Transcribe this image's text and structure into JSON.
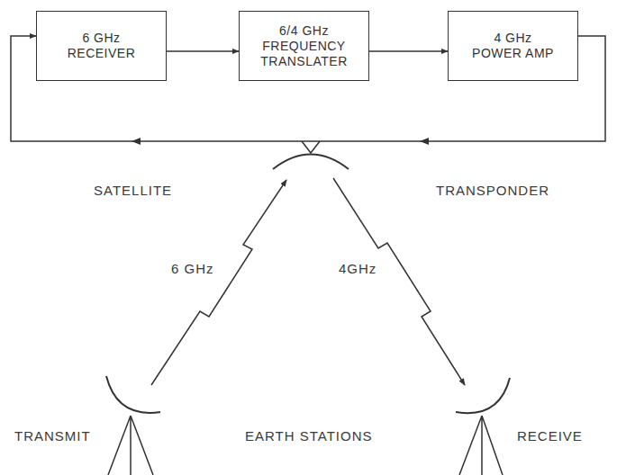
{
  "diagram": {
    "nodes": [
      {
        "text": [
          "6 GHz RECEIVER"
        ]
      },
      {
        "text": [
          "6/4 GHz FREQUENCY TRANSLATER"
        ]
      },
      {
        "text": [
          "4 GHz POWER AMP"
        ]
      }
    ],
    "edges": [
      {
        "from": 0,
        "to": 1,
        "arrow": "to"
      },
      {
        "from": 1,
        "to": 2,
        "arrow": "to"
      },
      {
        "from": 2,
        "to": 0,
        "arrow": "to"
      }
    ],
    "labels": [
      "SATELLITE",
      "TRANSPONDER",
      "6 GHz",
      "4GHz",
      "TRANSMIT",
      "EARTH STATIONS",
      "RECEIVE"
    ]
  }
}
